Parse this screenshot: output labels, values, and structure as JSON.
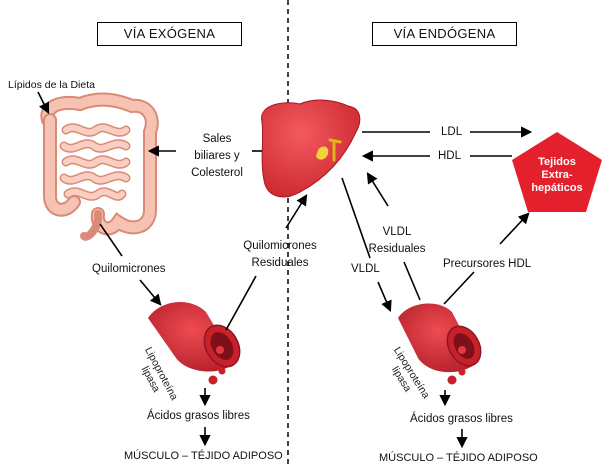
{
  "titles": {
    "left": "VÍA EXÓGENA",
    "right": "VÍA ENDÓGENA"
  },
  "labels": {
    "diet_lipids": "Lípidos de la Dieta",
    "bile_salts_1": "Sales",
    "bile_salts_2": "biliares y",
    "bile_salts_3": "Colesterol",
    "chylomicrons": "Quilomicrones",
    "residual_chylo_1": "Quilomicrones",
    "residual_chylo_2": "Residuales",
    "ldl": "LDL",
    "hdl": "HDL",
    "vldl": "VLDL",
    "vldl_res_1": "VLDL",
    "vldl_res_2": "Residuales",
    "hdl_precursors": "Precursores HDL",
    "lipase_left_1": "Lipoproteína",
    "lipase_left_2": "lipasa",
    "lipase_right_1": "Lipoproteína",
    "lipase_right_2": "lipasa",
    "ffa_left": "Ácidos grasos libres",
    "ffa_right": "Ácidos grasos libres",
    "muscle_left": "MÚSCULO – TÉJIDO ADIPOSO",
    "muscle_right": "MÚSCULO – TÉJIDO ADIPOSO"
  },
  "pentagon": {
    "line1": "Tejidos",
    "line2": "Extra-",
    "line3": "hepáticos"
  },
  "icons": {
    "intestine": "intestine-icon",
    "liver": "liver-icon",
    "blood_vessel": "blood-vessel-icon",
    "tissue": "pentagon-shape"
  },
  "colors": {
    "liver": "#e8373d",
    "intestine": "#f3b9a6",
    "vessel": "#d42a35",
    "pentagon": "#e3202c"
  }
}
